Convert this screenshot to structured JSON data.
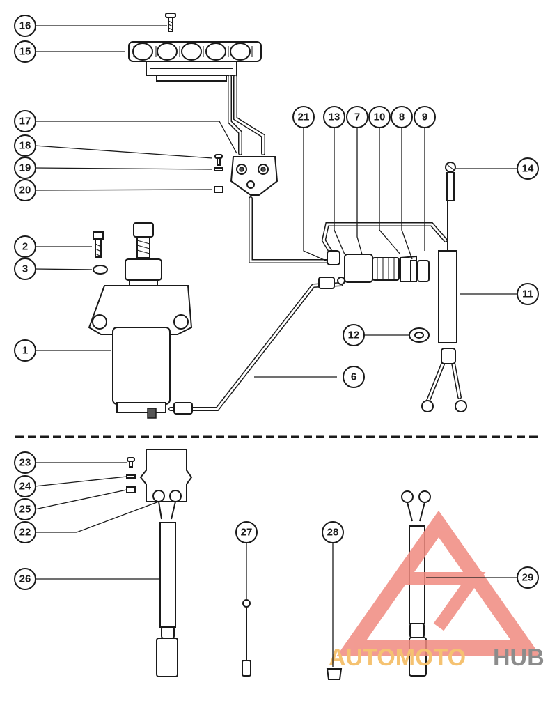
{
  "callouts": [
    "1",
    "2",
    "3",
    "6",
    "7",
    "8",
    "9",
    "10",
    "11",
    "12",
    "13",
    "14",
    "15",
    "16",
    "17",
    "18",
    "19",
    "20",
    "21",
    "22",
    "23",
    "24",
    "25",
    "26",
    "27",
    "28",
    "29"
  ],
  "watermark": {
    "text_left": "AUTOMOTO",
    "text_right": "HUB",
    "colors": {
      "triangle": "#f08a80",
      "text_left": "#f5c271",
      "text_right": "#8c8c8c"
    }
  }
}
